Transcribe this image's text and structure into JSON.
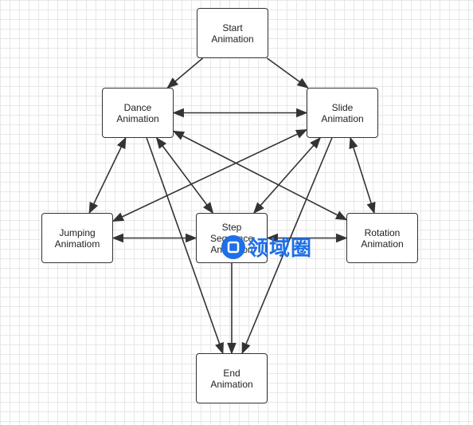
{
  "nodes": [
    {
      "id": "start",
      "lines": [
        "Start",
        "Animation"
      ]
    },
    {
      "id": "dance",
      "lines": [
        "Dance",
        "Animation"
      ]
    },
    {
      "id": "slide",
      "lines": [
        "Slide",
        "Animation"
      ]
    },
    {
      "id": "jumping",
      "lines": [
        "Jumping",
        "Animatiom"
      ]
    },
    {
      "id": "step",
      "lines": [
        "Step",
        "Sequence",
        "Animation"
      ]
    },
    {
      "id": "rotation",
      "lines": [
        "Rotation",
        "Animation"
      ]
    },
    {
      "id": "end",
      "lines": [
        "End",
        "Animation"
      ]
    }
  ],
  "edges": [
    {
      "from": "start",
      "to": "dance",
      "bidirectional": false
    },
    {
      "from": "start",
      "to": "slide",
      "bidirectional": false
    },
    {
      "from": "dance",
      "to": "slide",
      "bidirectional": true
    },
    {
      "from": "dance",
      "to": "jumping",
      "bidirectional": true
    },
    {
      "from": "dance",
      "to": "step",
      "bidirectional": true
    },
    {
      "from": "dance",
      "to": "rotation",
      "bidirectional": true
    },
    {
      "from": "dance",
      "to": "end",
      "bidirectional": false
    },
    {
      "from": "slide",
      "to": "jumping",
      "bidirectional": true
    },
    {
      "from": "slide",
      "to": "step",
      "bidirectional": true
    },
    {
      "from": "slide",
      "to": "rotation",
      "bidirectional": true
    },
    {
      "from": "slide",
      "to": "end",
      "bidirectional": false
    },
    {
      "from": "jumping",
      "to": "step",
      "bidirectional": true
    },
    {
      "from": "step",
      "to": "rotation",
      "bidirectional": true
    },
    {
      "from": "step",
      "to": "end",
      "bidirectional": false
    }
  ],
  "colors": {
    "line": "#333333",
    "node_border": "#333333",
    "watermark": "#1e6fe8"
  },
  "watermark": {
    "text": "领域圈",
    "icon": "square-logo-icon"
  }
}
